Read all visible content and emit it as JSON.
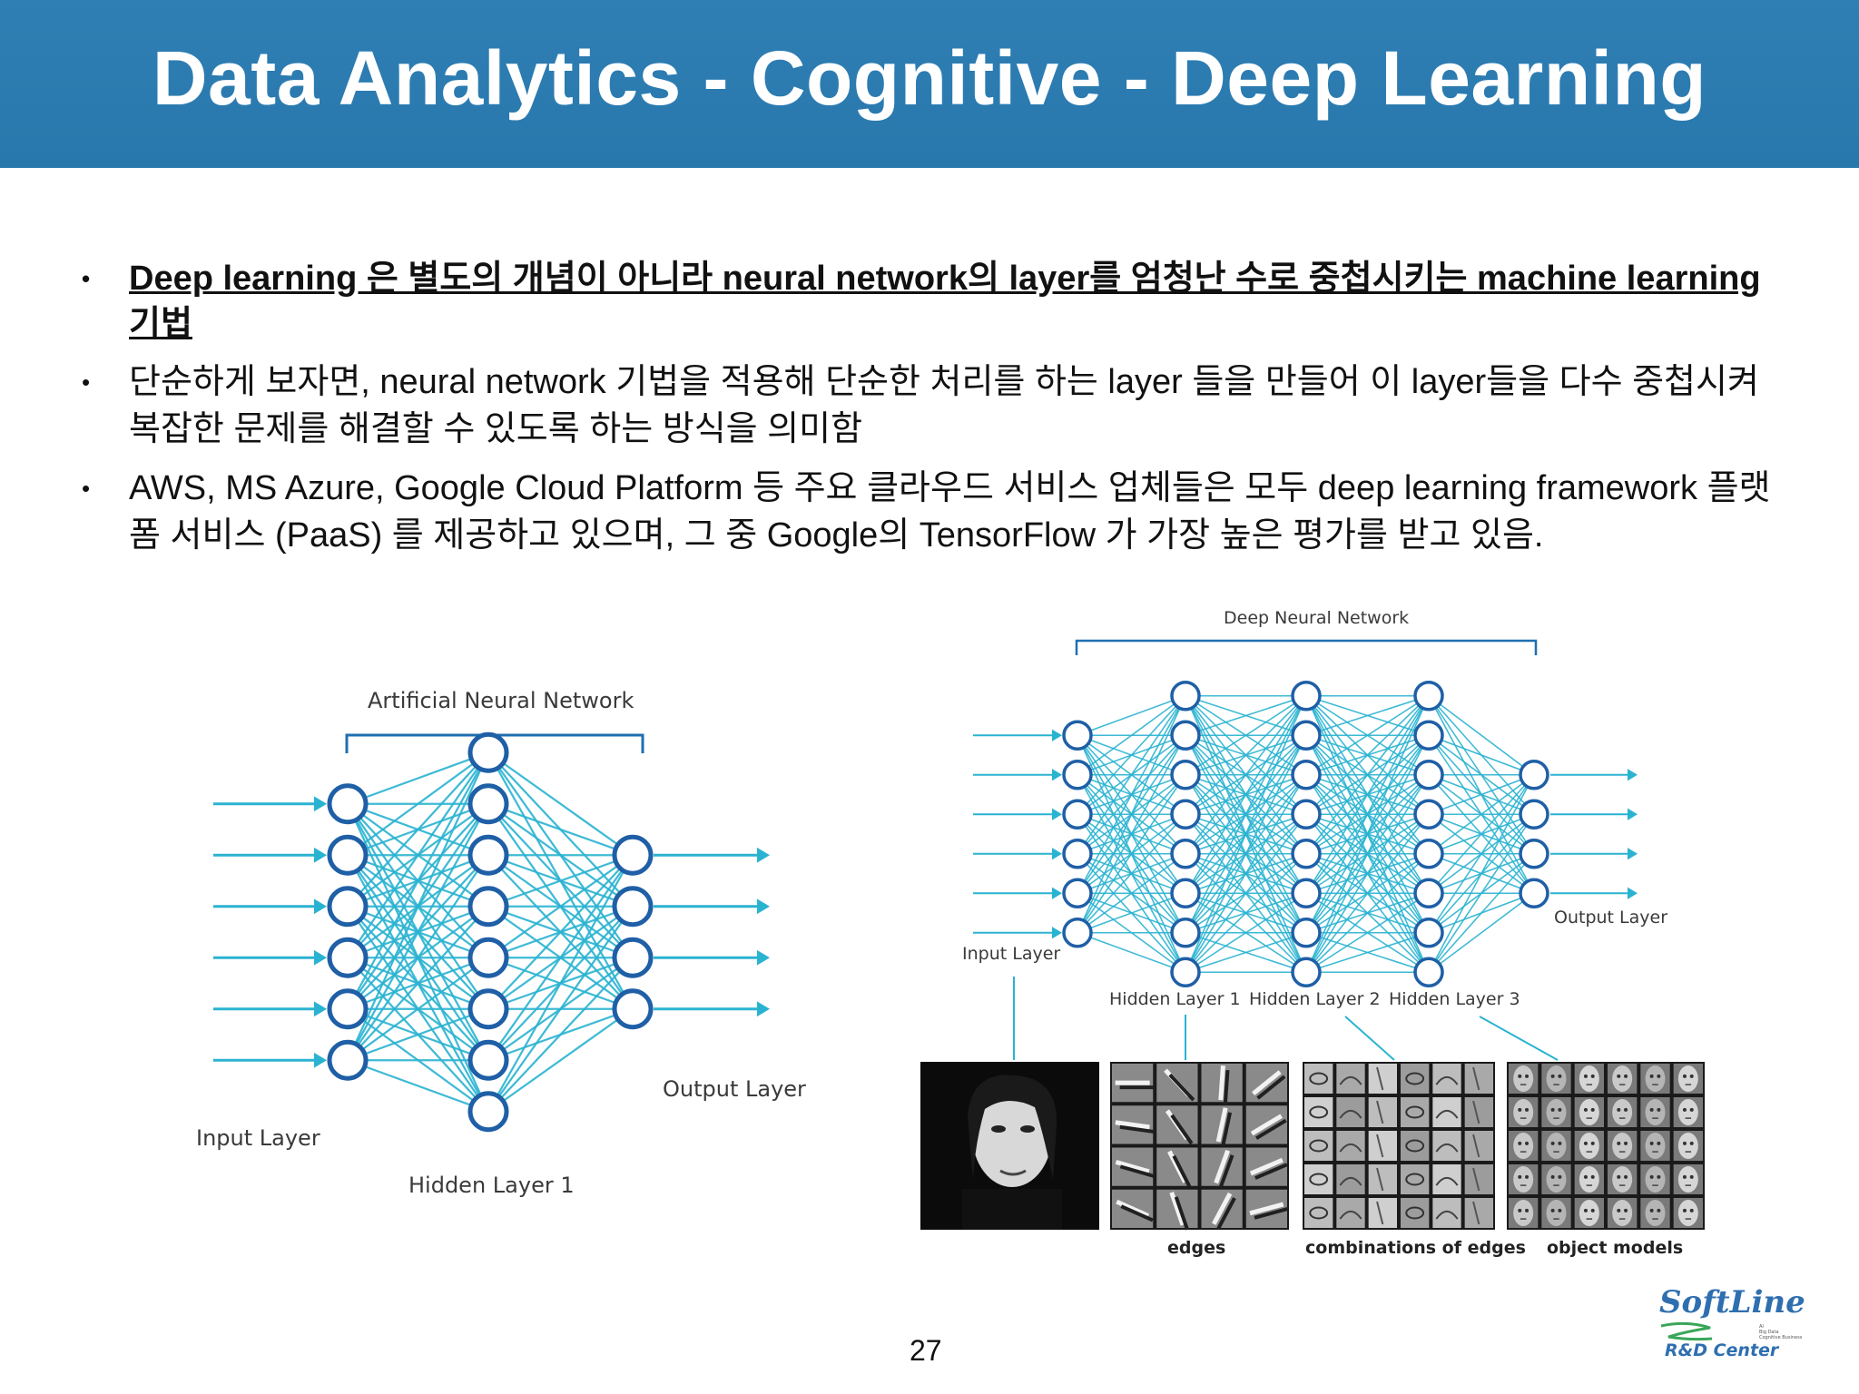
{
  "slide": {
    "title": "Data Analytics - Cognitive - Deep Learning",
    "page_number": "27"
  },
  "bullets": [
    {
      "marker": "•",
      "text": "Deep learning 은 별도의 개념이 아니라 neural network의 layer를 엄청난 수로 중첩시키는 machine learning 기법"
    },
    {
      "marker": "•",
      "text": "단순하게 보자면, neural network 기법을 적용해 단순한 처리를 하는 layer 들을 만들어 이 layer들을 다수 중첩시켜 복잡한 문제를 해결할 수 있도록 하는 방식을 의미함"
    },
    {
      "marker": "•",
      "text": "AWS, MS Azure, Google Cloud Platform 등 주요 클라우드 서비스 업체들은 모두 deep learning framework 플랫폼 서비스 (PaaS) 를 제공하고 있으며, 그 중 Google의 TensorFlow 가 가장 높은 평가를 받고 있음."
    }
  ],
  "ann_diagram": {
    "title": "Artificial Neural Network",
    "input_label": "Input Layer",
    "hidden_label": "Hidden Layer 1",
    "output_label": "Output Layer",
    "layer_sizes": [
      6,
      8,
      4
    ]
  },
  "dnn_diagram": {
    "title": "Deep Neural Network",
    "input_label": "Input Layer",
    "hidden_labels": [
      "Hidden Layer 1",
      "Hidden Layer 2",
      "Hidden Layer 3"
    ],
    "output_label": "Output Layer",
    "layer_sizes": [
      6,
      8,
      8,
      8,
      4
    ],
    "image_captions": [
      "edges",
      "combinations of edges",
      "object models"
    ]
  },
  "colors": {
    "header": "#2f7fb4",
    "network_line": "#2ab3d1",
    "node_stroke": "#1f5fa6"
  },
  "logo": {
    "name": "SoftLine",
    "tagline": [
      "AI",
      "Big Data",
      "Cognitive Business"
    ],
    "center": "R&D Center"
  }
}
